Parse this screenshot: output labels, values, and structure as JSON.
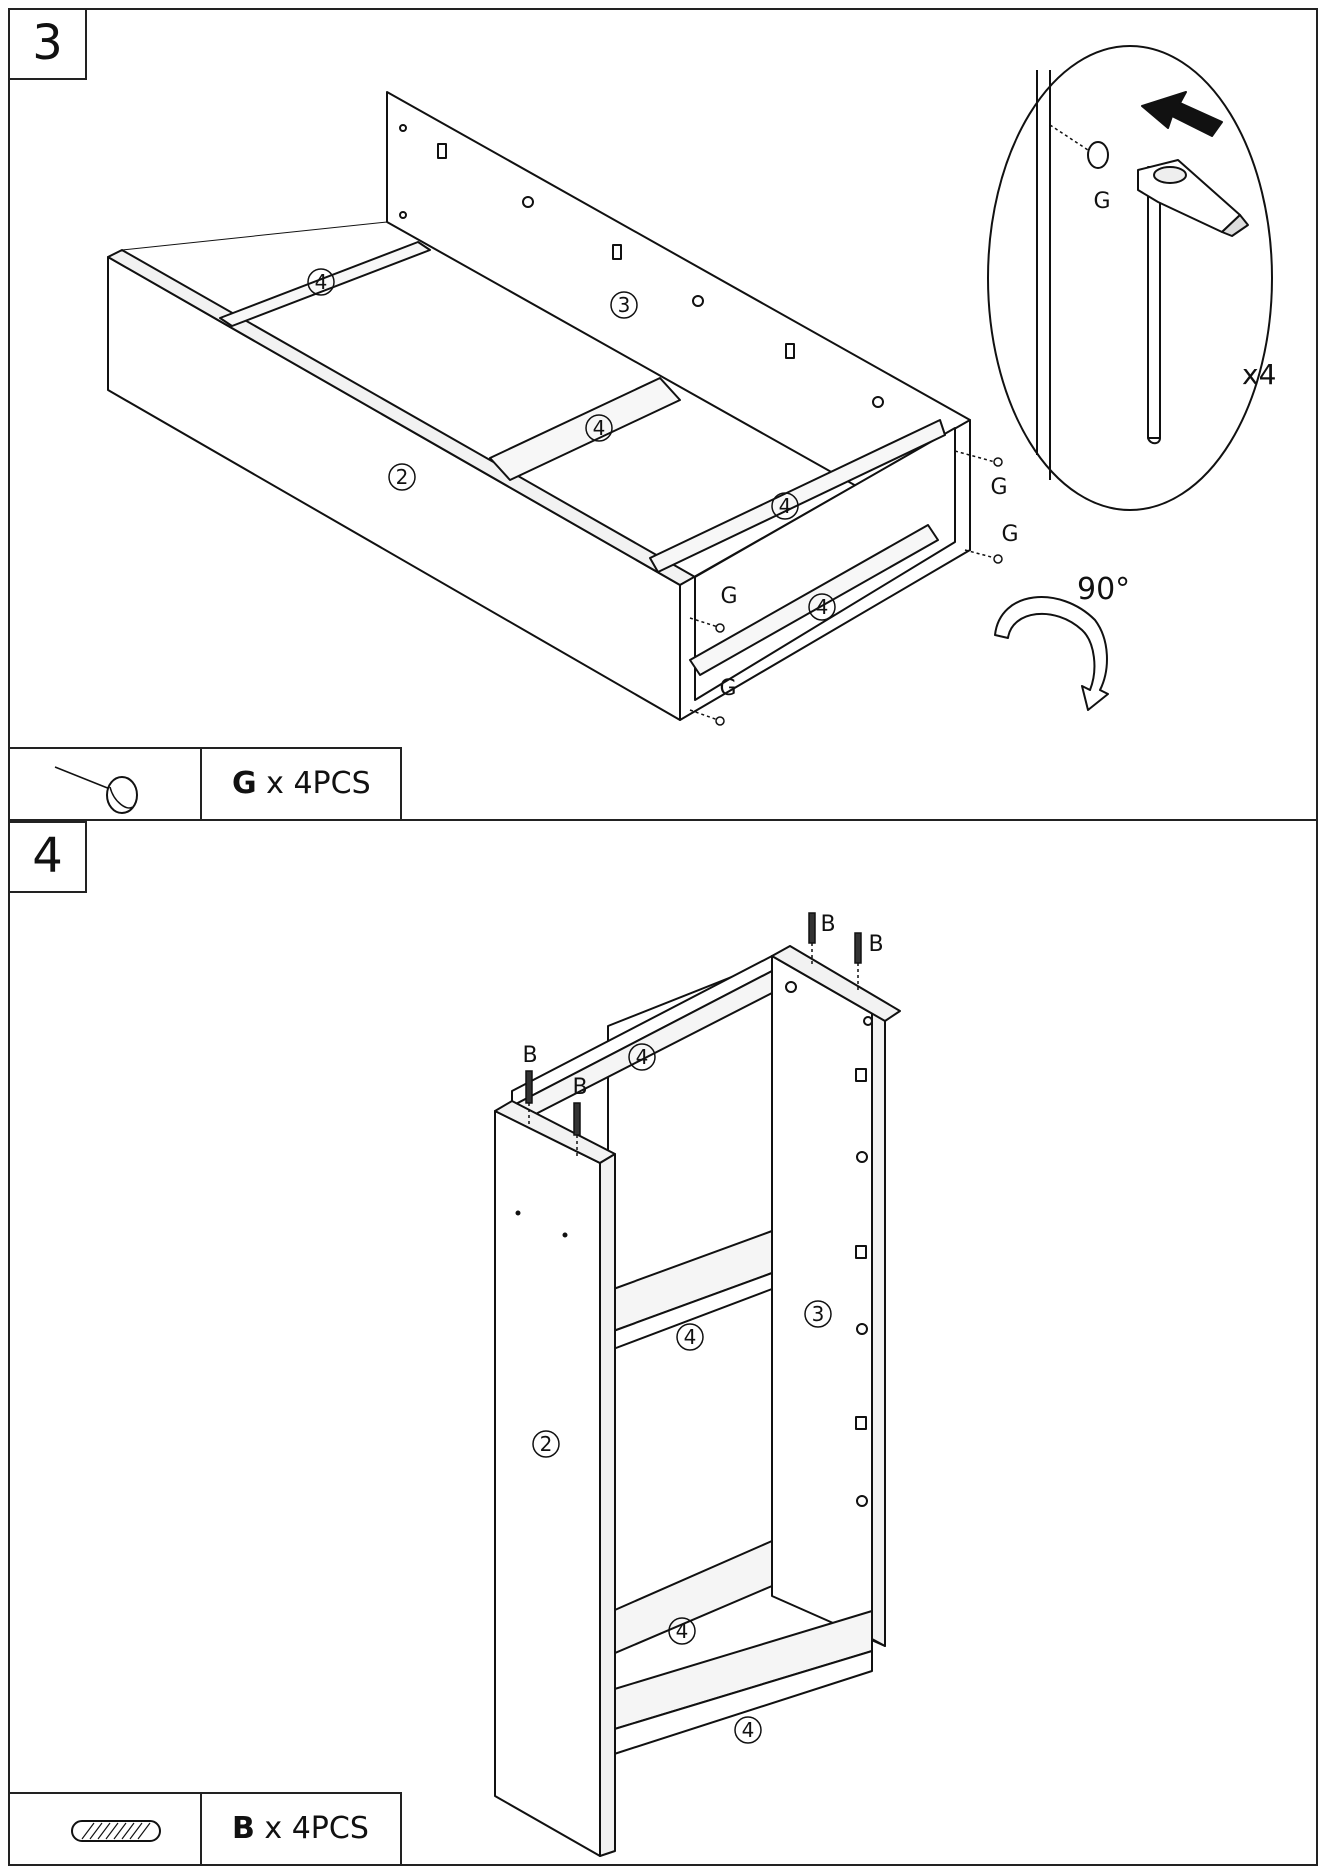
{
  "steps": [
    {
      "number": "3",
      "part_labels": {
        "side": "2",
        "back": "3",
        "rail": "4"
      },
      "fastener_label": "G",
      "rotation": "90°",
      "multiplier": "x4",
      "legend": {
        "code": "G",
        "qty": "x 4PCS"
      }
    },
    {
      "number": "4",
      "part_labels": {
        "side": "2",
        "back": "3",
        "rail": "4"
      },
      "fastener_label": "B",
      "legend": {
        "code": "B",
        "qty": "x 4PCS"
      }
    }
  ]
}
